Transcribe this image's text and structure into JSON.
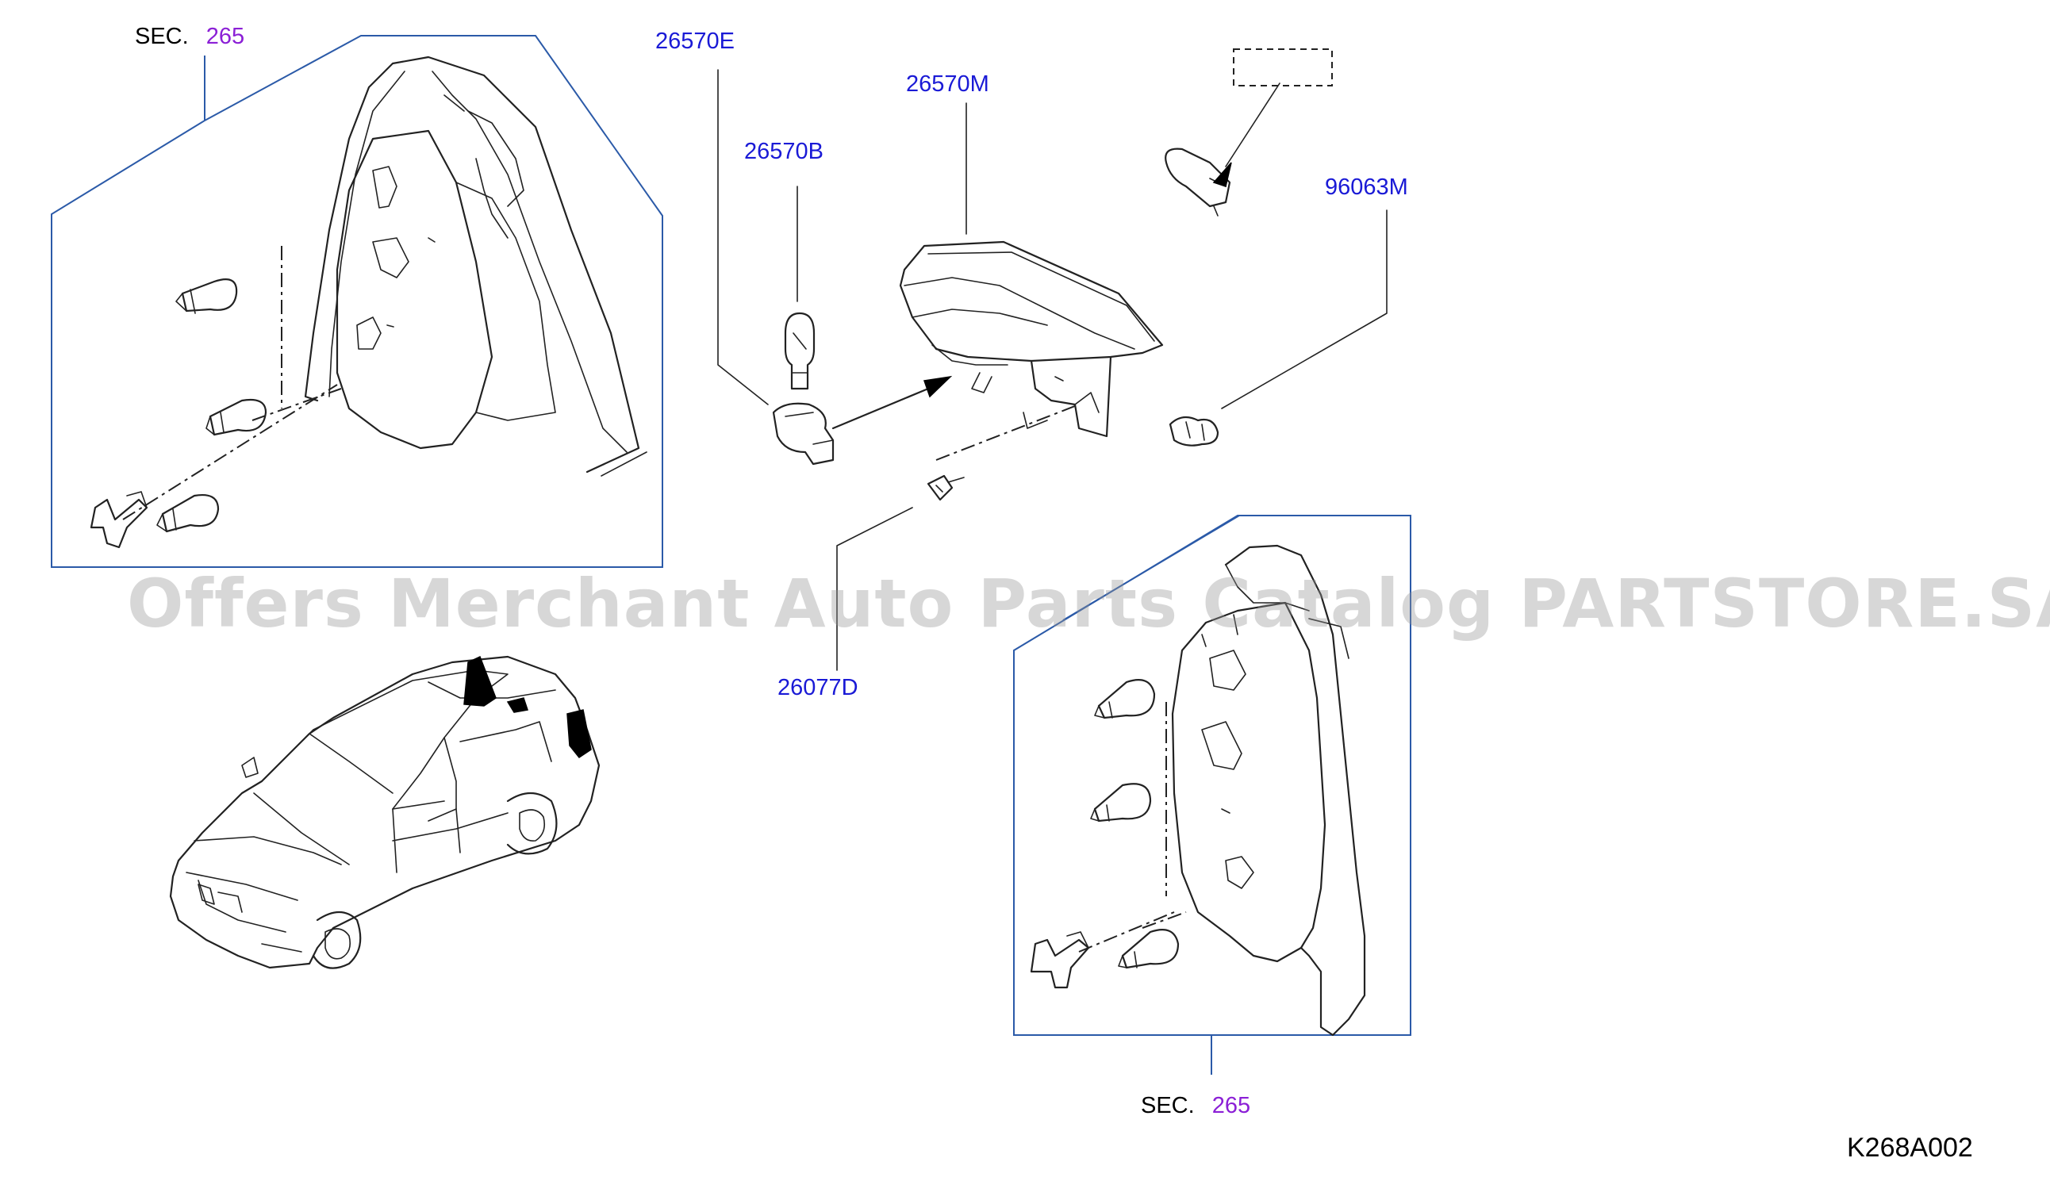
{
  "labels": {
    "sec_top_prefix": "SEC.",
    "sec_top_number": "265",
    "sec_bottom_prefix": "SEC.",
    "sec_bottom_number": "265",
    "part_26570E": "26570E",
    "part_26570M": "26570M",
    "part_26570B": "26570B",
    "part_96063M": "96063M",
    "part_26077D": "26077D",
    "diagram_code": "K268A002"
  },
  "watermark": "Offers Merchant Auto Parts Catalog PARTSTORE.SA",
  "colors": {
    "part_number": "#1a1ad6",
    "section_number": "#8b1fd6",
    "callout_box": "#2b5aa8",
    "line_art": "#222222",
    "watermark": "#969696"
  },
  "icons": [
    "bulb-icon",
    "socket-icon",
    "lamp-assembly-icon",
    "clip-icon",
    "screw-icon",
    "car-illustration"
  ]
}
